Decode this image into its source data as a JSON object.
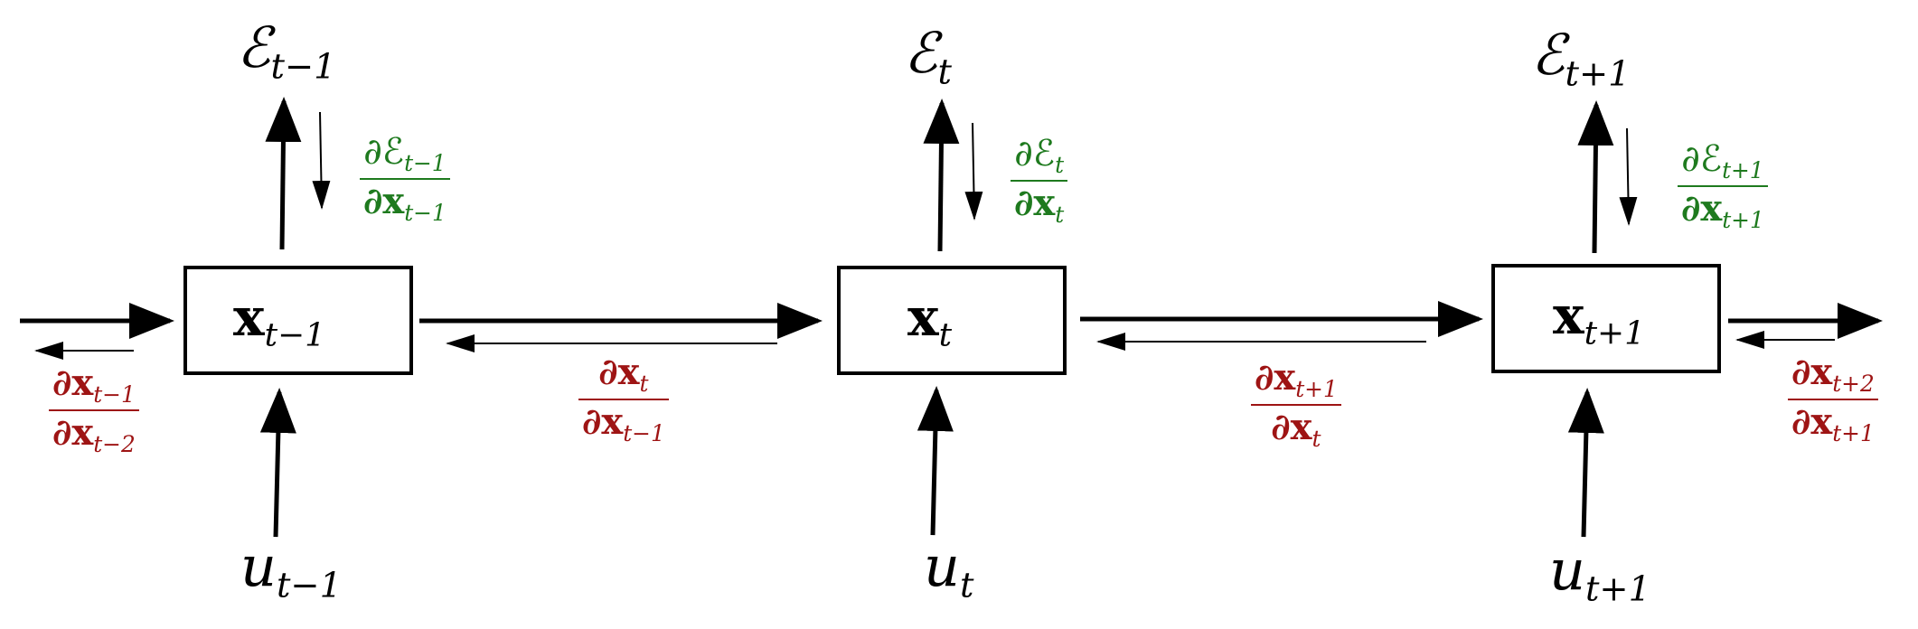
{
  "outputs": [
    {
      "symbol": "ℰ",
      "subscript": "t−1"
    },
    {
      "symbol": "ℰ",
      "subscript": "t"
    },
    {
      "symbol": "ℰ",
      "subscript": "t+1"
    }
  ],
  "states": [
    {
      "symbol": "x",
      "subscript": "t−1"
    },
    {
      "symbol": "x",
      "subscript": "t"
    },
    {
      "symbol": "x",
      "subscript": "t+1"
    }
  ],
  "inputs": [
    {
      "symbol": "u",
      "subscript": "t−1"
    },
    {
      "symbol": "u",
      "subscript": "t"
    },
    {
      "symbol": "u",
      "subscript": "t+1"
    }
  ],
  "output_gradients": [
    {
      "num_sym": "∂ℰ",
      "num_sub": "t−1",
      "den_sym": "∂x",
      "den_sub": "t−1"
    },
    {
      "num_sym": "∂ℰ",
      "num_sub": "t",
      "den_sym": "∂x",
      "den_sub": "t"
    },
    {
      "num_sym": "∂ℰ",
      "num_sub": "t+1",
      "den_sym": "∂x",
      "den_sub": "t+1"
    }
  ],
  "state_gradients": [
    {
      "num_sym": "∂x",
      "num_sub": "t−1",
      "den_sym": "∂x",
      "den_sub": "t−2"
    },
    {
      "num_sym": "∂x",
      "num_sub": "t",
      "den_sym": "∂x",
      "den_sub": "t−1"
    },
    {
      "num_sym": "∂x",
      "num_sub": "t+1",
      "den_sym": "∂x",
      "den_sub": "t"
    },
    {
      "num_sym": "∂x",
      "num_sub": "t+2",
      "den_sym": "∂x",
      "den_sub": "t+1"
    }
  ],
  "colors": {
    "output_gradient": "#1e7a1e",
    "state_gradient": "#9e1414",
    "lines": "#000000"
  }
}
